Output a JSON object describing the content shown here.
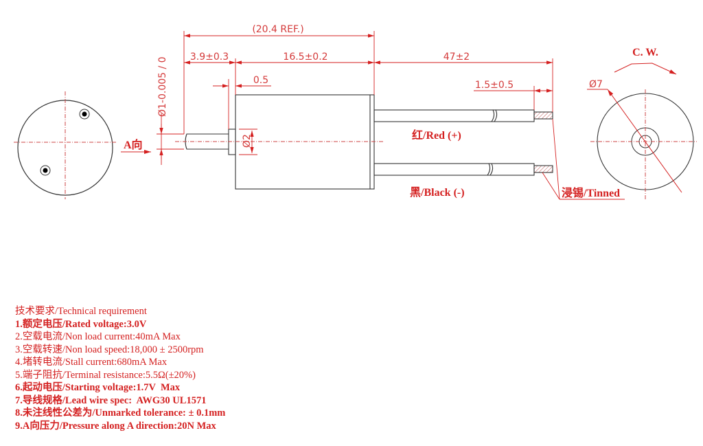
{
  "dimensions": {
    "overall": "(20.4 REF.)",
    "shaft_length": "3.9±0.3",
    "body_length": "16.5±0.2",
    "wire_length": "47±2",
    "flange": "0.5",
    "strip_length": "1.5±0.5",
    "shaft_diameter": "Ø1-0.005 / 0",
    "flange_diameter": "Ø2",
    "body_diameter": "Ø7"
  },
  "labels": {
    "red_wire": "红/Red (+)",
    "black_wire": "黑/Black (-)",
    "tinned": "浸锡/Tinned",
    "direction_a": "A向",
    "rotation": "C. W."
  },
  "colors": {
    "annotation": "#d42020",
    "outline": "#333333"
  },
  "spec": {
    "title": "技术要求/Technical requirement",
    "items": [
      "1.额定电压/Rated voltage:3.0V",
      "2.空载电流/Non load current:40mA Max",
      "3.空载转速/Non load speed:18,000 ± 2500rpm",
      "4.堵转电流/Stall current:680mA Max",
      "5.端子阻抗/Terminal resistance:5.5Ω(±20%)",
      "6.起动电压/Starting voltage:1.7V  Max",
      "7.导线规格/Lead wire spec:  AWG30 UL1571",
      "8.未注线性公差为/Unmarked tolerance: ± 0.1mm",
      "9.A向压力/Pressure along A direction:20N Max"
    ]
  }
}
